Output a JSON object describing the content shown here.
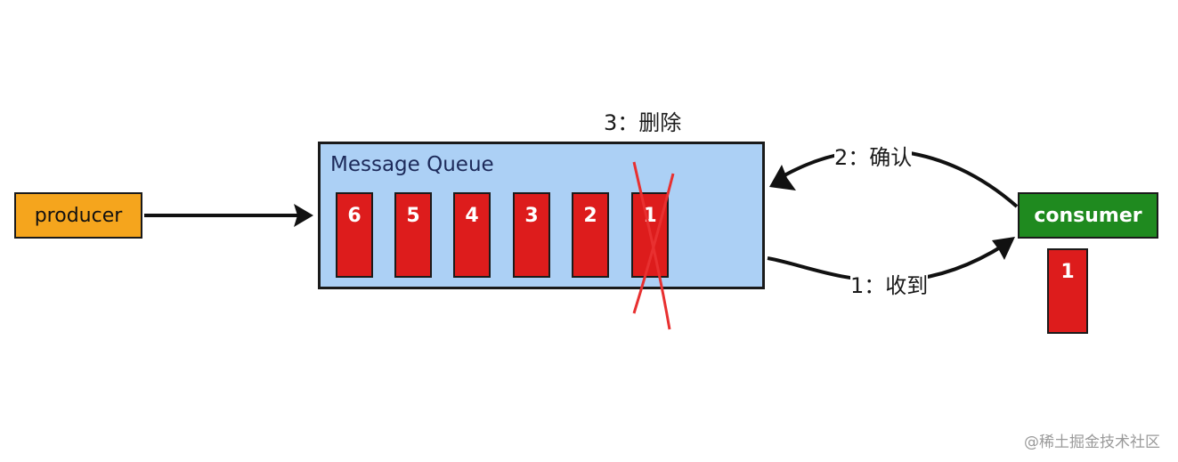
{
  "producer": {
    "label": "producer",
    "color": "#f5a51d"
  },
  "queue": {
    "title": "Message Queue",
    "color": "#acd0f5",
    "messages": [
      "6",
      "5",
      "4",
      "3",
      "2",
      "1"
    ],
    "deleted_message": "1"
  },
  "consumer": {
    "label": "consumer",
    "color": "#1f8a1f",
    "received_message": "1"
  },
  "steps": {
    "receive": "1：收到",
    "confirm": "2：确认",
    "delete": "3：删除"
  },
  "watermark": "@稀土掘金技术社区",
  "colors": {
    "message": "#dd1c1c",
    "delete_mark": "#e83030"
  }
}
